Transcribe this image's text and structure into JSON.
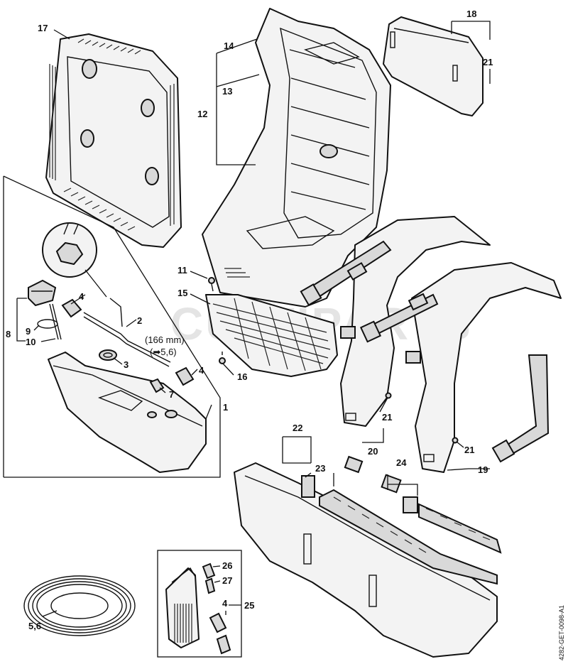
{
  "diagram": {
    "drawing_id": "4282-GET-0098-A1",
    "watermark": "CULTIPARTS",
    "callouts": {
      "c1": "1",
      "c2": "2",
      "c3": "3",
      "c4a": "4",
      "c4b": "4",
      "c4c": "4",
      "c5_6": "5,6",
      "c7": "7",
      "c8": "8",
      "c9": "9",
      "c10": "10",
      "c11": "11",
      "c12": "12",
      "c13": "13",
      "c14": "14",
      "c15": "15",
      "c16": "16",
      "c17": "17",
      "c18": "18",
      "c19": "19",
      "c20": "20",
      "c21a": "21",
      "c21b": "21",
      "c21c": "21",
      "c22": "22",
      "c23": "23",
      "c24": "24",
      "c25": "25",
      "c26": "26",
      "c27": "27"
    },
    "notes": {
      "hose_length": "(166 mm)",
      "hose_ref": "(➡5,6)"
    }
  }
}
